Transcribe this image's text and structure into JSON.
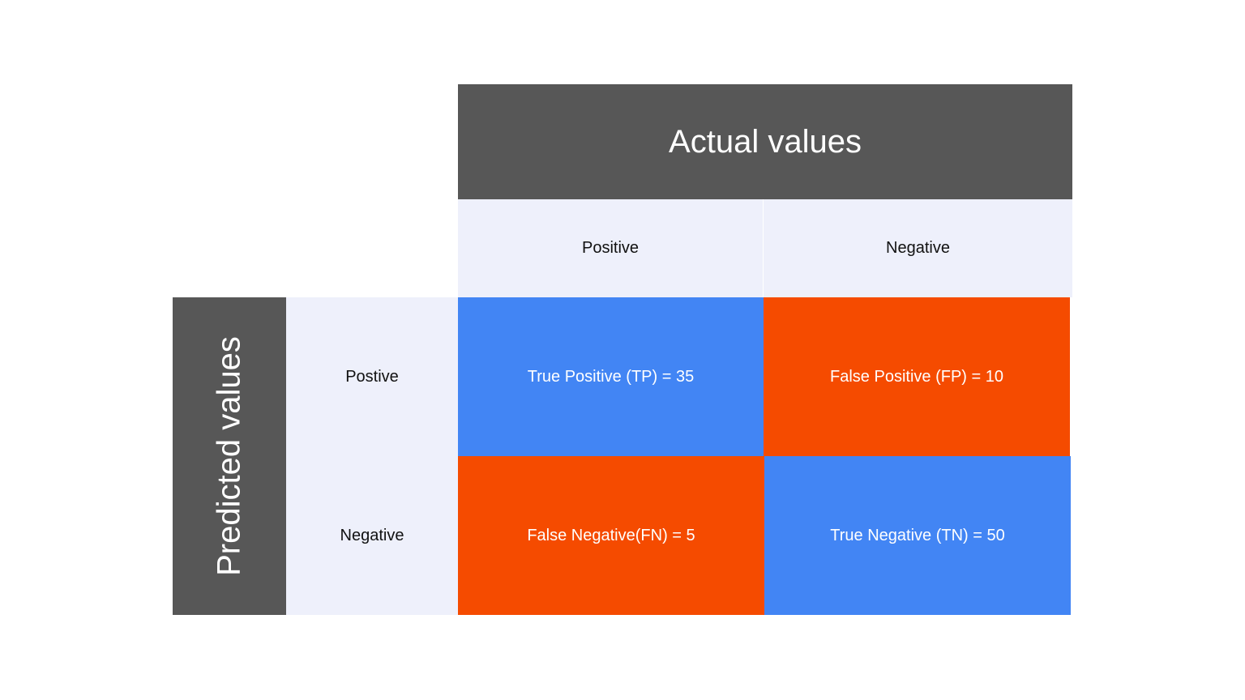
{
  "actual_header": "Actual values",
  "predicted_header": "Predicted values",
  "columns": [
    "Positive",
    "Negative"
  ],
  "rows": [
    "Postive",
    "Negative"
  ],
  "colors": {
    "header": "#575757",
    "label_bg": "#eef0fb",
    "true_cell": "#4285f4",
    "false_cell": "#f54b00"
  },
  "cells": {
    "tp": "True Positive (TP) = 35",
    "fp": "False Positive (FP) = 10",
    "fn": "False Negative(FN) = 5",
    "tn": "True Negative (TN) = 50"
  }
}
